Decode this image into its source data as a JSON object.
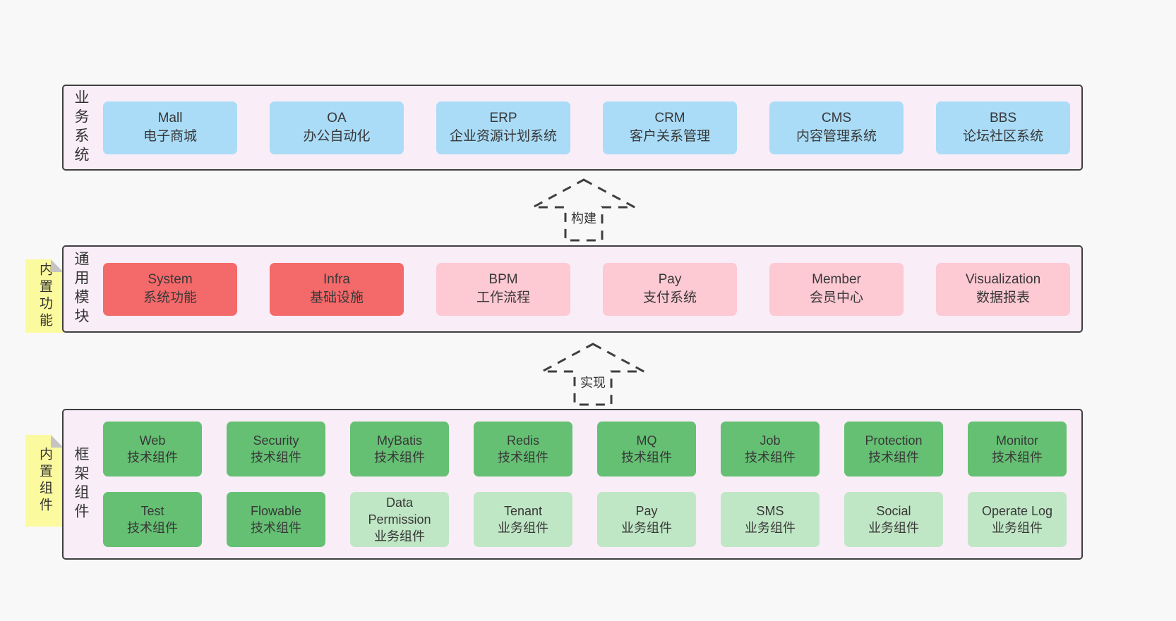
{
  "palette": {
    "page_bg": "#f8f8f8",
    "panel_bg": "#f9edf7",
    "panel_border": "#3f3f3f",
    "box_blue": "#aadcf7",
    "box_red": "#f4696a",
    "box_pink": "#fdc9d3",
    "box_green": "#65c073",
    "box_green_light": "#c0e7c5",
    "sticky_yellow": "#fcfa9e",
    "sticky_fold_gray": "#c4c4c4",
    "text": "#383838"
  },
  "sections": {
    "business": {
      "title": "业务系统",
      "boxes": [
        {
          "name": "Mall",
          "desc": "电子商城",
          "variant": "blue"
        },
        {
          "name": "OA",
          "desc": "办公自动化",
          "variant": "blue"
        },
        {
          "name": "ERP",
          "desc": "企业资源计划系统",
          "variant": "blue"
        },
        {
          "name": "CRM",
          "desc": "客户关系管理",
          "variant": "blue"
        },
        {
          "name": "CMS",
          "desc": "内容管理系统",
          "variant": "blue"
        },
        {
          "name": "BBS",
          "desc": "论坛社区系统",
          "variant": "blue"
        }
      ]
    },
    "common": {
      "title": "通用模块",
      "sticky": "内置功能",
      "boxes": [
        {
          "name": "System",
          "desc": "系统功能",
          "variant": "red"
        },
        {
          "name": "Infra",
          "desc": "基础设施",
          "variant": "red"
        },
        {
          "name": "BPM",
          "desc": "工作流程",
          "variant": "pink"
        },
        {
          "name": "Pay",
          "desc": "支付系统",
          "variant": "pink"
        },
        {
          "name": "Member",
          "desc": "会员中心",
          "variant": "pink"
        },
        {
          "name": "Visualization",
          "desc": "数据报表",
          "variant": "pink"
        }
      ]
    },
    "framework": {
      "title": "框架组件",
      "sticky": "内置组件",
      "rows": [
        [
          {
            "name": "Web",
            "desc": "技术组件",
            "variant": "green"
          },
          {
            "name": "Security",
            "desc": "技术组件",
            "variant": "green"
          },
          {
            "name": "MyBatis",
            "desc": "技术组件",
            "variant": "green"
          },
          {
            "name": "Redis",
            "desc": "技术组件",
            "variant": "green"
          },
          {
            "name": "MQ",
            "desc": "技术组件",
            "variant": "green"
          },
          {
            "name": "Job",
            "desc": "技术组件",
            "variant": "green"
          },
          {
            "name": "Protection",
            "desc": "技术组件",
            "variant": "green"
          },
          {
            "name": "Monitor",
            "desc": "技术组件",
            "variant": "green"
          }
        ],
        [
          {
            "name": "Test",
            "desc": "技术组件",
            "variant": "green"
          },
          {
            "name": "Flowable",
            "desc": "技术组件",
            "variant": "green"
          },
          {
            "name": "Data Permission",
            "desc": "业务组件",
            "variant": "green-light"
          },
          {
            "name": "Tenant",
            "desc": "业务组件",
            "variant": "green-light"
          },
          {
            "name": "Pay",
            "desc": "业务组件",
            "variant": "green-light"
          },
          {
            "name": "SMS",
            "desc": "业务组件",
            "variant": "green-light"
          },
          {
            "name": "Social",
            "desc": "业务组件",
            "variant": "green-light"
          },
          {
            "name": "Operate Log",
            "desc": "业务组件",
            "variant": "green-light"
          }
        ]
      ]
    }
  },
  "arrows": [
    {
      "label": "构建"
    },
    {
      "label": "实现"
    }
  ]
}
